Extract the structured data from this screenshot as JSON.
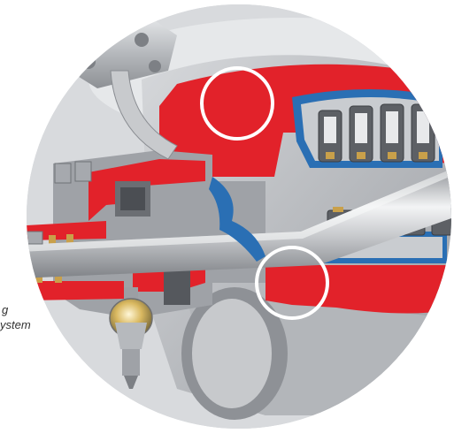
{
  "image": {
    "subject": "pump-cutaway",
    "colors": {
      "section_red": "#e2222a",
      "steel": "#b9bcc0",
      "steel_dark": "#6e7176",
      "shaft": "#d9dbde",
      "blue_liner": "#2a6fb4",
      "brass": "#c9a04a",
      "highlight_ring": "#ffffff"
    },
    "highlight_circles": 2
  },
  "caption": {
    "line1": "g",
    "line2": "ystem"
  }
}
